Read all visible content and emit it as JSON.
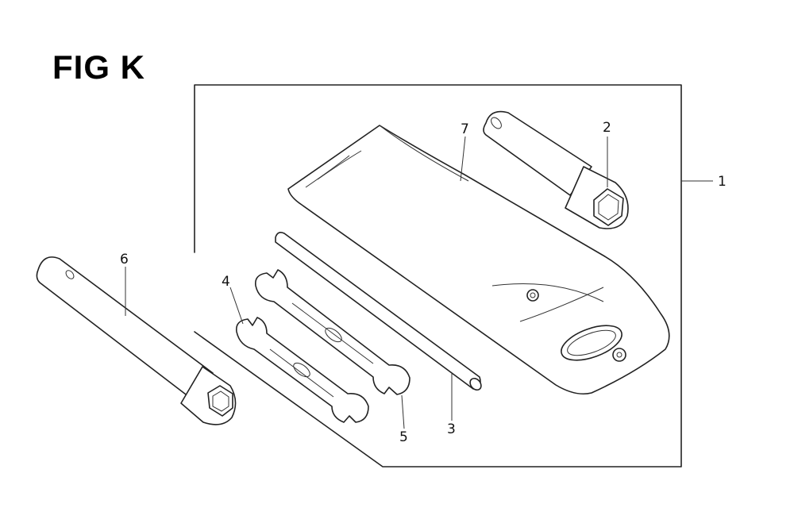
{
  "figure": {
    "title": "FIG K"
  },
  "callouts": [
    {
      "id": "1",
      "label": "1"
    },
    {
      "id": "2",
      "label": "2"
    },
    {
      "id": "3",
      "label": "3"
    },
    {
      "id": "4",
      "label": "4"
    },
    {
      "id": "5",
      "label": "5"
    },
    {
      "id": "6",
      "label": "6"
    },
    {
      "id": "7",
      "label": "7"
    }
  ],
  "colors": {
    "line": "#222222",
    "background": "#ffffff"
  }
}
